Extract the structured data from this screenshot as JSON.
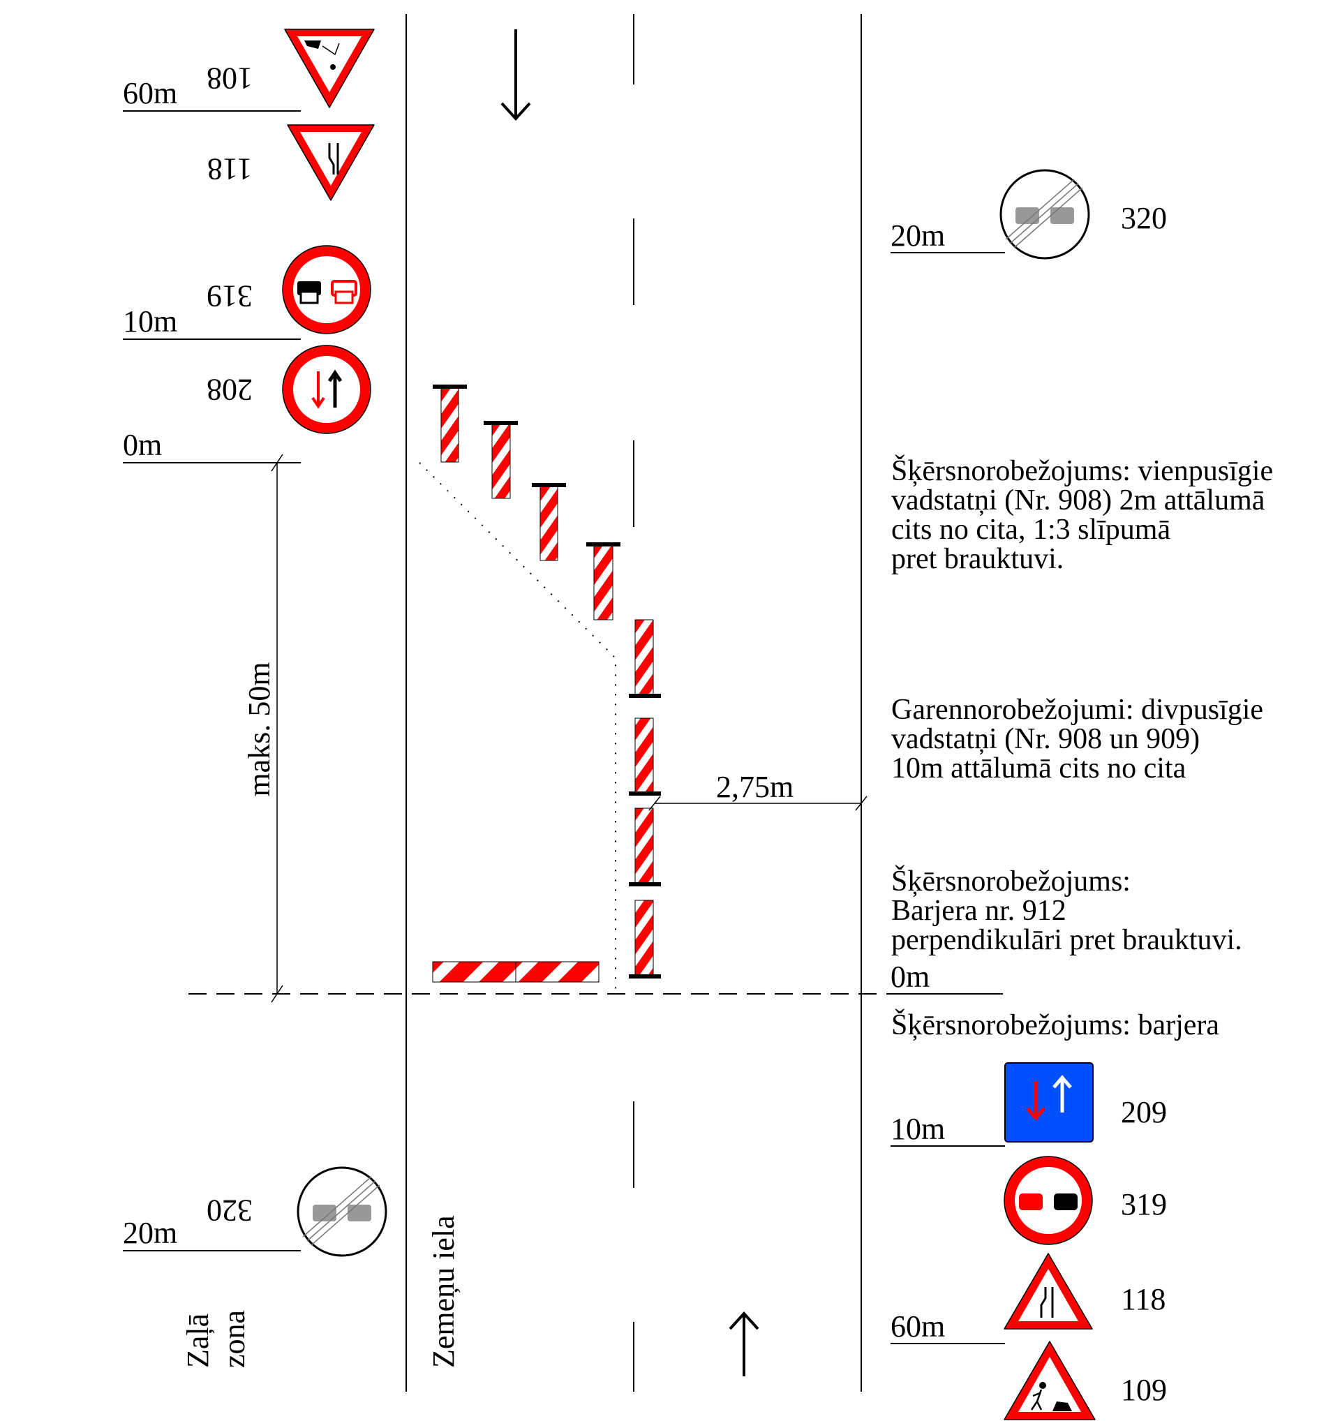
{
  "colors": {
    "red": "#ff0000",
    "blue": "#0050ff",
    "black": "#000000",
    "grey": "#888888"
  },
  "left_signs": [
    {
      "code": "108",
      "distance": "60m",
      "icon": "falling-rocks-inverted-triangle-icon"
    },
    {
      "code": "118",
      "icon": "road-narrows-inverted-triangle-icon"
    },
    {
      "code": "319",
      "distance": "10m",
      "icon": "no-overtaking-circle-icon"
    },
    {
      "code": "208",
      "icon": "give-way-oncoming-circle-icon"
    },
    {
      "code": "320",
      "distance": "20m",
      "icon": "end-no-overtaking-icon"
    }
  ],
  "left_zero": "0m",
  "right_signs": [
    {
      "code": "320",
      "distance": "20m",
      "icon": "end-no-overtaking-icon"
    },
    {
      "code": "209",
      "distance": "10m",
      "icon": "priority-over-oncoming-icon"
    },
    {
      "code": "319",
      "icon": "no-overtaking-circle-icon"
    },
    {
      "code": "118",
      "distance": "60m",
      "icon": "road-narrows-triangle-icon"
    },
    {
      "code": "109",
      "icon": "roadworks-triangle-icon"
    }
  ],
  "right_zero": "0m",
  "dimension_max": "maks. 50m",
  "dimension_width": "2,75m",
  "street_name": "Zemeņu iela",
  "green_zone": [
    "Zaļā",
    "zona"
  ],
  "notes": {
    "transverse_bollards": [
      "Šķērsnorobežojums: vienpusīgie",
      "vadstatņi (Nr. 908) 2m attālumā",
      "cits no cita, 1:3 slīpumā",
      "pret brauktuvi."
    ],
    "longitudinal": [
      "Garennorobežojumi: divpusīgie",
      "vadstatņi (Nr. 908 un 909)",
      "10m attālumā cits no cita"
    ],
    "barrier_912": [
      "Šķērsnorobežojums:",
      "Barjera nr. 912",
      "perpendikulāri pret brauktuvi."
    ],
    "barrier": "Šķērsnorobežojums: barjera"
  }
}
